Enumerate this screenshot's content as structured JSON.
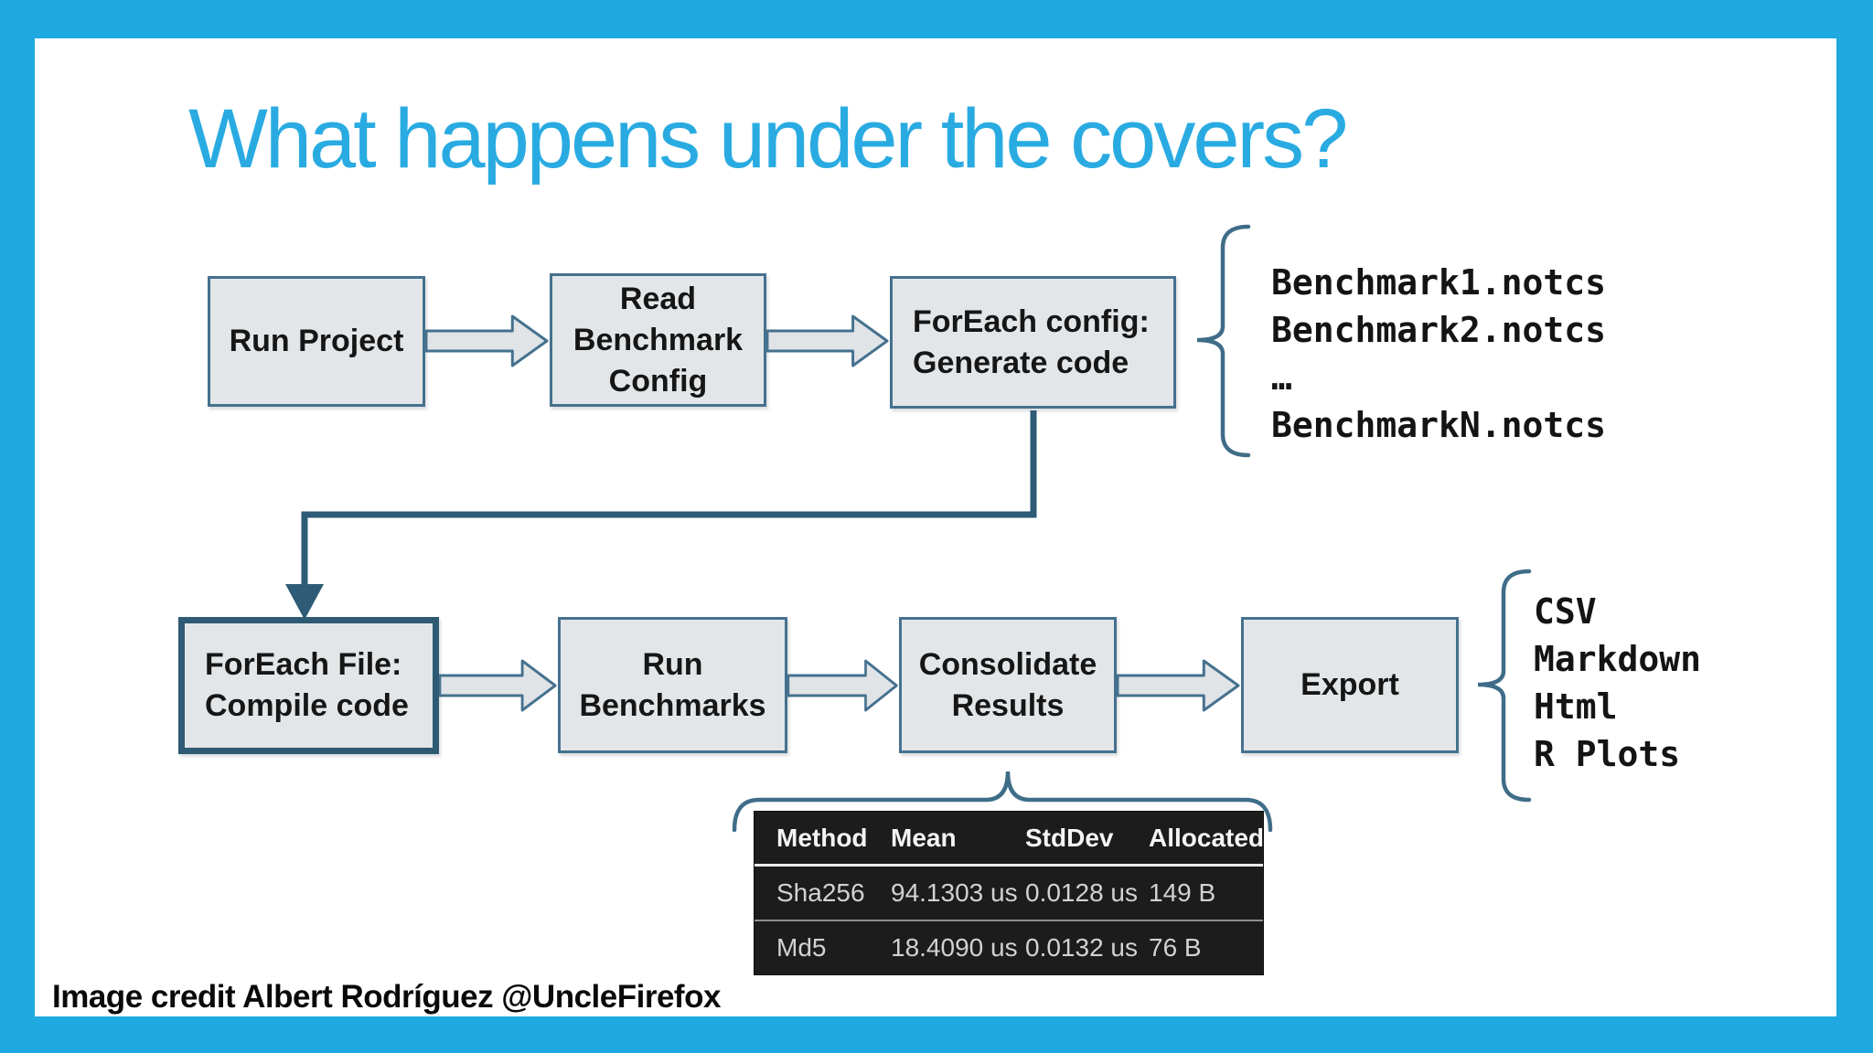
{
  "slide": {
    "title": "What happens under the covers?",
    "credit": "Image credit Albert Rodríguez @UncleFirefox"
  },
  "flow": {
    "row1": {
      "box1": "Run Project",
      "box2": "Read\nBenchmark\nConfig",
      "box3": "ForEach config:\nGenerate code"
    },
    "row2": {
      "box1": "ForEach File:\nCompile code",
      "box2": "Run\nBenchmarks",
      "box3": "Consolidate\nResults",
      "box4": "Export"
    }
  },
  "generated_files": [
    "Benchmark1.notcs",
    "Benchmark2.notcs",
    "…",
    "BenchmarkN.notcs"
  ],
  "export_formats": [
    "CSV",
    "Markdown",
    "Html",
    "R Plots"
  ],
  "results_table": {
    "headers": [
      "Method",
      "Mean",
      "StdDev",
      "Allocated"
    ],
    "rows": [
      [
        "Sha256",
        "94.1303 us",
        "0.0128 us",
        "149 B"
      ],
      [
        "Md5",
        "18.4090 us",
        "0.0132 us",
        "76 B"
      ]
    ]
  },
  "colors": {
    "frame": "#1ea9e0",
    "title": "#29abe2",
    "box_fill": "#e3e6e8",
    "box_border": "#45718e",
    "box_border_emphasis": "#2e5a73",
    "connector": "#2e5b75",
    "brace": "#3f6d88",
    "table_background": "#1c1c1c"
  }
}
